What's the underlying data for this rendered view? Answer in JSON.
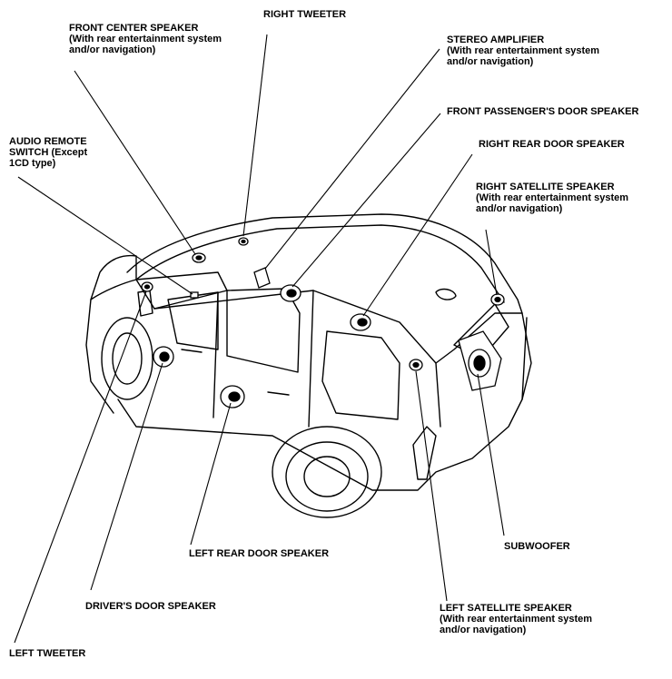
{
  "labels": {
    "front_center": {
      "title": "FRONT CENTER SPEAKER",
      "note1": "(With rear entertainment system",
      "note2": "and/or navigation)"
    },
    "right_tweeter": {
      "title": "RIGHT TWEETER"
    },
    "stereo_amp": {
      "title": "STEREO AMPLIFIER",
      "note1": "(With rear entertainment system",
      "note2": "and/or navigation)"
    },
    "front_pass_door": {
      "title": "FRONT PASSENGER'S DOOR SPEAKER"
    },
    "audio_remote": {
      "line1": "AUDIO REMOTE",
      "line2": "SWITCH (Except",
      "line3": "1CD type)"
    },
    "right_rear_door": {
      "title": "RIGHT REAR DOOR SPEAKER"
    },
    "right_satellite": {
      "title": "RIGHT SATELLITE SPEAKER",
      "note1": "(With rear entertainment system",
      "note2": "and/or navigation)"
    },
    "subwoofer": {
      "title": "SUBWOOFER"
    },
    "left_rear_door": {
      "title": "LEFT REAR DOOR SPEAKER"
    },
    "drivers_door": {
      "title": "DRIVER'S DOOR SPEAKER"
    },
    "left_satellite": {
      "title": "LEFT SATELLITE SPEAKER",
      "note1": "(With rear entertainment system",
      "note2": "and/or navigation)"
    },
    "left_tweeter": {
      "title": "LEFT TWEETER"
    }
  },
  "colors": {
    "ink": "#000000",
    "paper": "#ffffff",
    "shade": "#cccccc"
  }
}
